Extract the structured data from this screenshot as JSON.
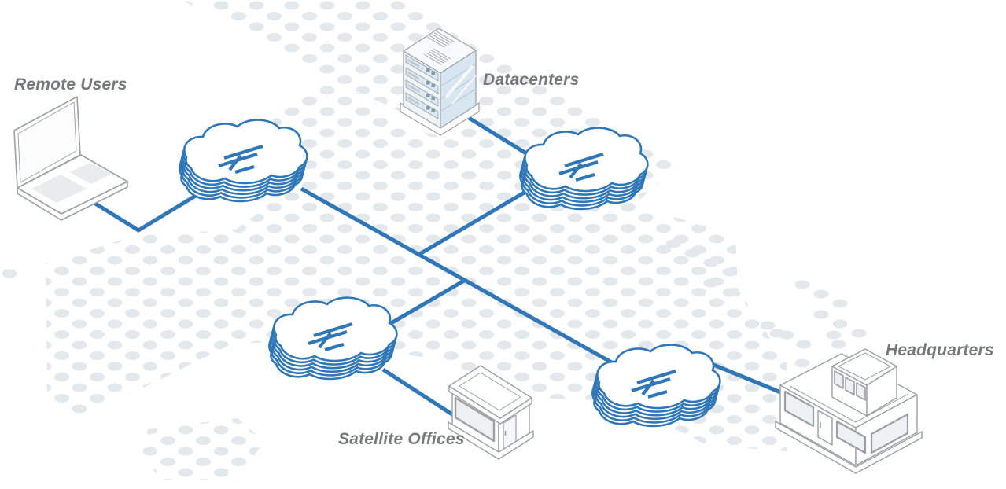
{
  "diagram": {
    "type": "network-topology",
    "nodes": {
      "remote_users": {
        "label": "Remote Users",
        "icon": "laptop-icon"
      },
      "datacenters": {
        "label": "Datacenters",
        "icon": "server-rack-icon"
      },
      "satellite_offices": {
        "label": "Satellite Offices",
        "icon": "small-building-icon"
      },
      "headquarters": {
        "label": "Headquarters",
        "icon": "building-icon"
      }
    },
    "clouds": {
      "count": 4,
      "icon": "teridion-cloud-icon",
      "style": "stacked isometric cloud with double-stroke T mark"
    },
    "connections": [
      "remote-users to cloud-west",
      "cloud-west to cloud-southeast backbone line",
      "cloud-northeast to backbone junction",
      "backbone junction to cloud-south",
      "datacenters to cloud-northeast",
      "cloud-south to satellite-offices",
      "cloud-southeast to headquarters"
    ],
    "colors": {
      "line_blue": "#2f77b6",
      "cloud_stroke": "#2f77b6",
      "label_text": "#77787a",
      "icon_outline": "#9aa0a4",
      "dot_gray_blue": "#e2e8ec",
      "rack_fill_light_blue": "#dce8f2",
      "background": "#ffffff"
    }
  }
}
